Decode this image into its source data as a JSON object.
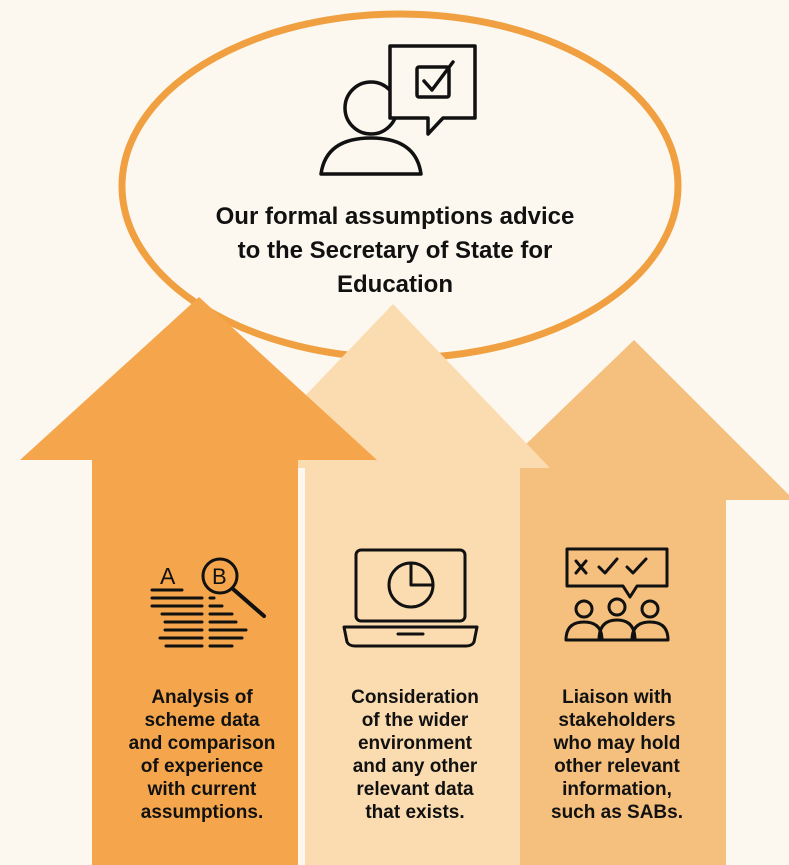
{
  "top": {
    "lines": [
      "Our formal assumptions advice",
      "to the Secretary of State for",
      "Education"
    ]
  },
  "arrows": [
    {
      "icon": "ab-comparison-magnifier-icon",
      "icon_letters": [
        "A",
        "B"
      ],
      "caption_lines": [
        "Analysis of",
        "scheme data",
        "and comparison",
        "of experience",
        "with current",
        "assumptions."
      ]
    },
    {
      "icon": "laptop-pie-chart-icon",
      "caption_lines": [
        "Consideration",
        "of the wider",
        "environment",
        "and any other",
        "relevant data",
        "that exists."
      ]
    },
    {
      "icon": "stakeholders-discussion-icon",
      "caption_lines": [
        "Liaison with",
        "stakeholders",
        "who may hold",
        "other relevant",
        "information,",
        "such as SABs."
      ]
    }
  ],
  "colors": {
    "background": "#fdf8ef",
    "outline": "#f0a040",
    "arrow_left": "#f5a64c",
    "arrow_middle": "#fbdcb0",
    "arrow_right": "#f5c07e",
    "text": "#111111"
  }
}
